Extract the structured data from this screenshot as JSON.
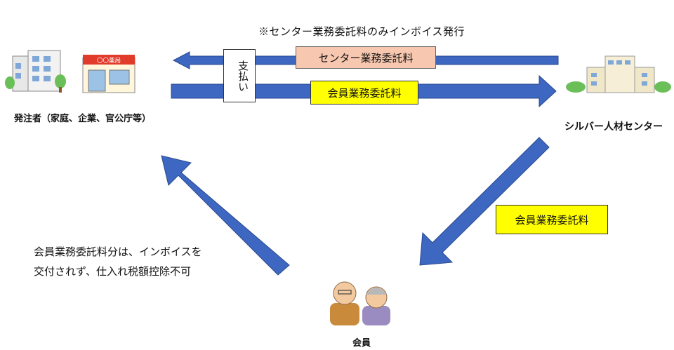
{
  "top_note": "※センター業務委託料のみインボイス発行",
  "payment_label": "支払い",
  "center_fee_label": "センター業務委託料",
  "member_fee_label_top": "会員業務委託料",
  "member_fee_label_side": "会員業務委託料",
  "orderer_label": "発注者（家庭、企業、官公庁等）",
  "shop_sign": "〇〇薬局",
  "silver_center_label": "シルバー人材センター",
  "member_label": "会員",
  "left_note": {
    "line1": "会員業務委託料分は、インボイスを",
    "line2": "交付されず、仕入れ税額控除不可"
  },
  "colors": {
    "arrow_blue": "#3d67c0",
    "arrow_stroke": "#2a4a8f",
    "orange_box": "#f8c7b0",
    "yellow_box": "#ffff00"
  }
}
